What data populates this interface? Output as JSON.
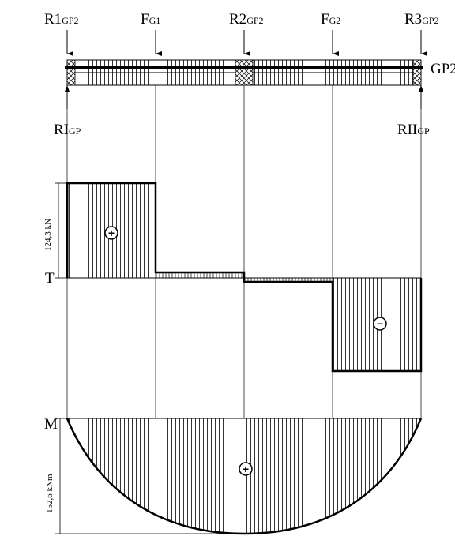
{
  "labels": {
    "r1": {
      "main": "R1",
      "sub": "GP2"
    },
    "fg1": {
      "main": "F",
      "sub": "G1"
    },
    "r2": {
      "main": "R2",
      "sub": "GP2"
    },
    "fg2": {
      "main": "F",
      "sub": "G2"
    },
    "r3": {
      "main": "R3",
      "sub": "GP2"
    },
    "beam": "GP2",
    "ri": {
      "main": "RI",
      "sub": "GP"
    },
    "rii": {
      "main": "RII",
      "sub": "GP"
    },
    "shear_symbol": "T",
    "moment_symbol": "M",
    "shear_dimension": "124,3 kN",
    "moment_dimension": "152,6 kNm",
    "plus": "+",
    "minus": "−"
  }
}
